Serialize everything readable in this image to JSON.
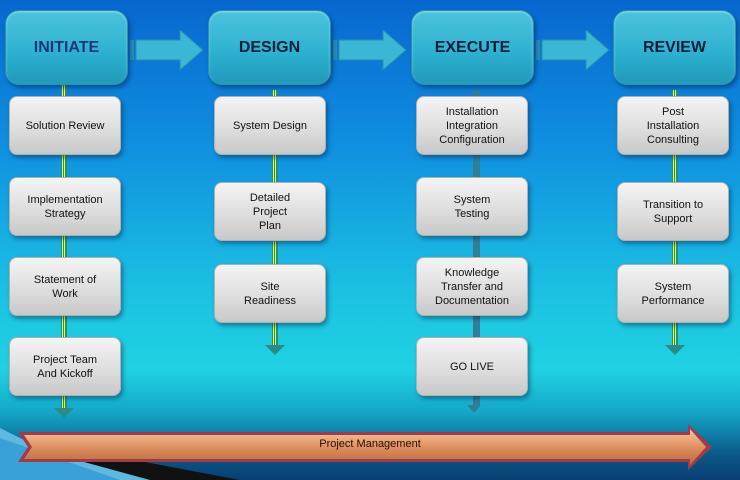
{
  "phases": [
    {
      "label": "INITIATE",
      "steps": [
        "Solution Review",
        "Implementation\nStrategy",
        "Statement of\nWork",
        "Project Team\nAnd Kickoff"
      ]
    },
    {
      "label": "DESIGN",
      "steps": [
        "System Design",
        "Detailed\nProject\nPlan",
        "Site\nReadiness"
      ]
    },
    {
      "label": "EXECUTE",
      "steps": [
        "Installation\nIntegration\nConfiguration",
        "System\nTesting",
        "Knowledge\nTransfer and\nDocumentation",
        "GO LIVE"
      ]
    },
    {
      "label": "REVIEW",
      "steps": [
        "Post\nInstallation\nConsulting",
        "Transition to\nSupport",
        "System\nPerformance"
      ]
    }
  ],
  "footer": {
    "label": "Project Management"
  }
}
